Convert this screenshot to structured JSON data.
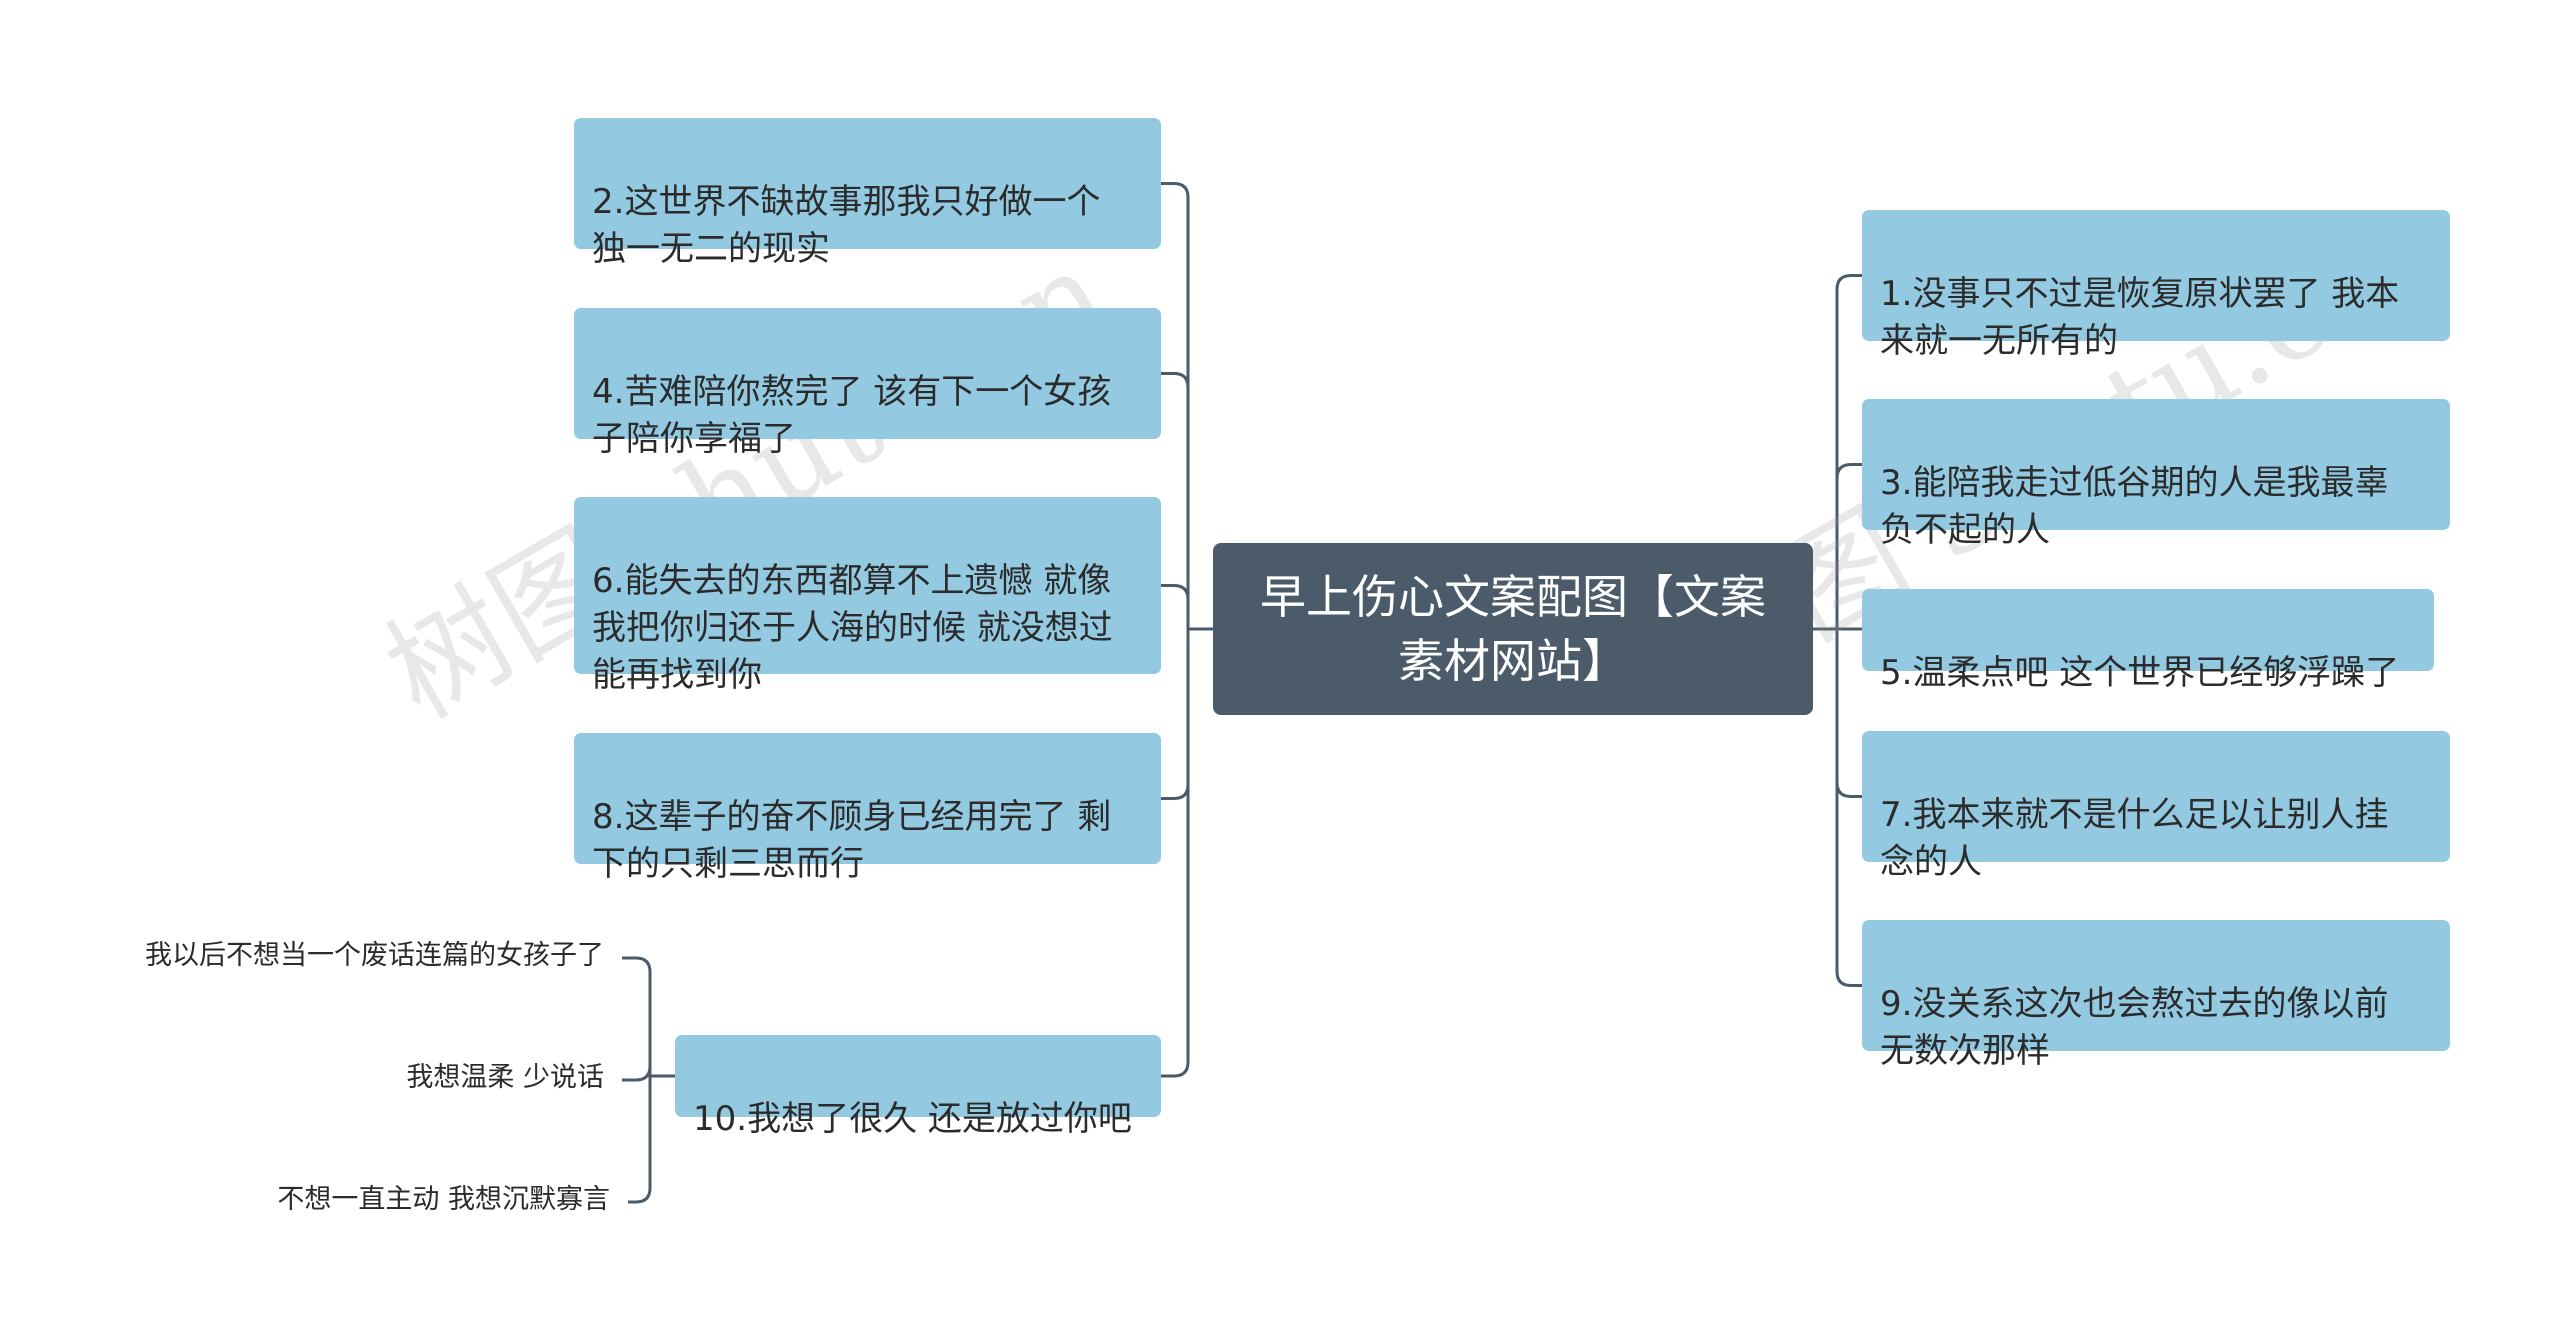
{
  "center": {
    "label": "早上伤心文案配图【文案\n素材网站】"
  },
  "left_nodes": [
    {
      "label": "2.这世界不缺故事那我只好做一个\n独一无二的现实"
    },
    {
      "label": "4.苦难陪你熬完了 该有下一个女孩\n子陪你享福了"
    },
    {
      "label": "6.能失去的东西都算不上遗憾 就像\n我把你归还于人海的时候 就没想过\n能再找到你"
    },
    {
      "label": "8.这辈子的奋不顾身已经用完了 剩\n下的只剩三思而行"
    },
    {
      "label": "10.我想了很久 还是放过你吧"
    }
  ],
  "right_nodes": [
    {
      "label": "1.没事只不过是恢复原状罢了 我本\n来就一无所有的"
    },
    {
      "label": "3.能陪我走过低谷期的人是我最辜\n负不起的人"
    },
    {
      "label": "5.温柔点吧 这个世界已经够浮躁了"
    },
    {
      "label": "7.我本来就不是什么足以让别人挂\n念的人"
    },
    {
      "label": "9.没关系这次也会熬过去的像以前\n无数次那样"
    }
  ],
  "leaves": [
    {
      "label": "我以后不想当一个废话连篇的女孩子了"
    },
    {
      "label": "我想温柔 少说话"
    },
    {
      "label": "不想一直主动 我想沉默寡言"
    }
  ],
  "watermark": "树图 shutu.cn",
  "colors": {
    "node_fill": "#93cae2",
    "center_fill": "#4b5b69",
    "connector": "#4b5b69",
    "text": "#2b2b2b"
  }
}
